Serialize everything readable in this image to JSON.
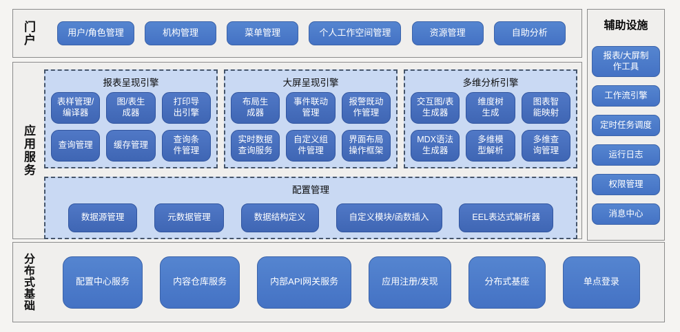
{
  "colors": {
    "button_blue": "#4472c4",
    "panel_light_blue": "#c9d9f3",
    "panel_dashed_border": "#44546a",
    "section_border": "#8a8a8a",
    "section_bg": "#f0efed"
  },
  "portal": {
    "label": "门户",
    "buttons": [
      "用户/角色管理",
      "机构管理",
      "菜单管理",
      "个人工作空间管理",
      "资源管理",
      "自助分析"
    ]
  },
  "app": {
    "label": "应用服务",
    "engines": [
      {
        "title": "报表呈现引擎",
        "buttons": [
          "表样管理/\n编译器",
          "图/表生\n成器",
          "打印导\n出引擎",
          "查询管理",
          "缓存管理",
          "查询条\n件管理"
        ]
      },
      {
        "title": "大屏呈现引擎",
        "buttons": [
          "布局生\n成器",
          "事件联动\n管理",
          "报警既动\n作管理",
          "实时数据\n查询服务",
          "自定义组\n件管理",
          "界面布局\n操作框架"
        ]
      },
      {
        "title": "多维分析引擎",
        "buttons": [
          "交互图/表\n生成器",
          "维度树\n生成",
          "图表智\n能映射",
          "MDX语法\n生成器",
          "多维模\n型解析",
          "多维查\n询管理"
        ]
      }
    ],
    "config": {
      "title": "配置管理",
      "buttons": [
        "数据源管理",
        "元数据管理",
        "数据结构定义",
        "自定义模块/函数插入",
        "EEL表达式解析器"
      ]
    }
  },
  "aux": {
    "title": "辅助设施",
    "buttons": [
      "报表/大屏制\n作工具",
      "工作流引擎",
      "定时任务调度",
      "运行日志",
      "权限管理",
      "消息中心"
    ]
  },
  "dist": {
    "label": "分布式基础",
    "buttons": [
      "配置中心服务",
      "内容仓库服务",
      "内部API网关服务",
      "应用注册/发现",
      "分布式基座",
      "单点登录"
    ]
  }
}
